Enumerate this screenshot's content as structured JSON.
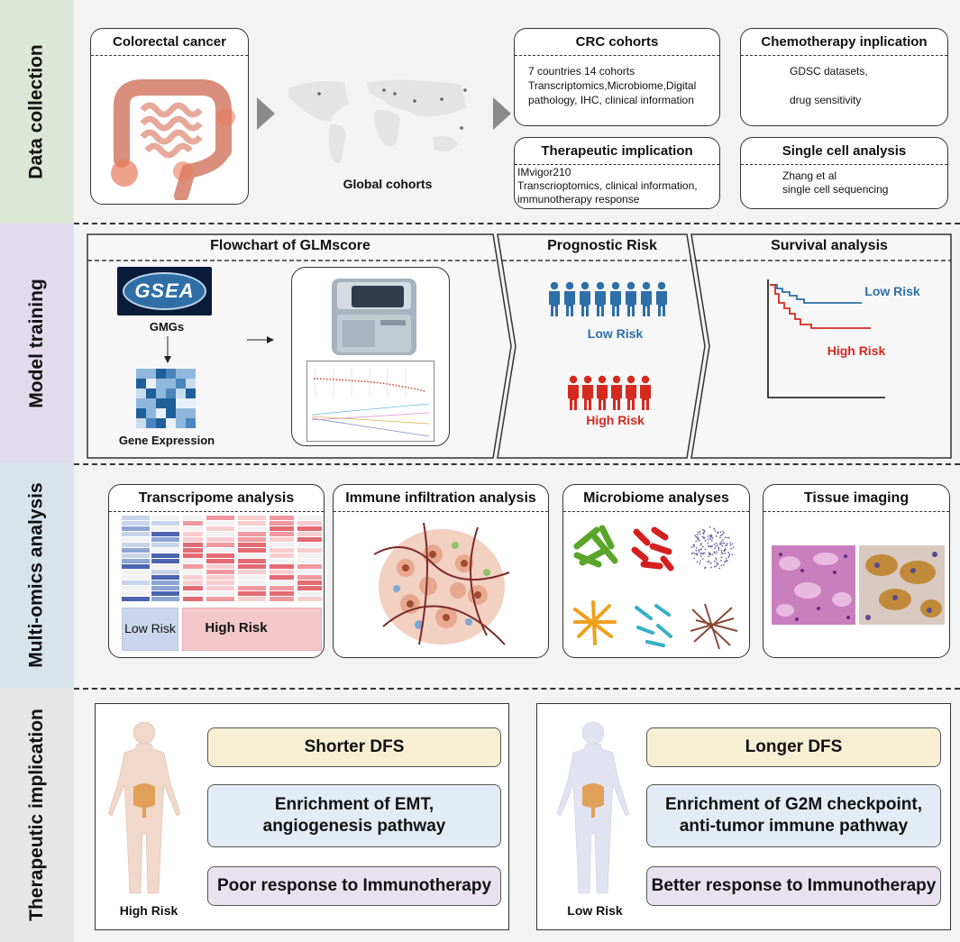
{
  "sections": {
    "data_collection": "Data collection",
    "model_training": "Model training",
    "multi_omics": "Multi-omics analysis",
    "therapeutic": "Therapeutic implication"
  },
  "colorectal": {
    "title": "Colorectal cancer"
  },
  "global": {
    "label": "Global cohorts"
  },
  "crc": {
    "title": "CRC cohorts",
    "line1": "7 countries 14 cohorts",
    "line2": "Transcriptomics,Microbiome,Digital",
    "line3": "pathology, IHC, clinical information"
  },
  "chemo": {
    "title": "Chemotherapy inplication",
    "line1": "GDSC datasets,",
    "line2": "drug sensitivity"
  },
  "therapeutic_box": {
    "title": "Therapeutic implication",
    "line1": "IMvigor210",
    "line2": "Transcrioptomics, clinical information,",
    "line3": "immunotherapy response"
  },
  "single_cell": {
    "title": "Single cell analysis",
    "line1": "Zhang et al",
    "line2": "single cell sequencing"
  },
  "flow": {
    "title": "Flowchart of GLMscore",
    "gsea_logo": "GSEA",
    "gmgs": "GMGs",
    "gene_expression": "Gene Expression"
  },
  "prognostic": {
    "title": "Prognostic Risk",
    "low": "Low Risk",
    "high": "High Risk"
  },
  "survival": {
    "title": "Survival analysis",
    "low": "Low Risk",
    "high": "High Risk"
  },
  "transcriptome": {
    "title": "Transcripome analysis",
    "low": "Low Risk",
    "high": "High Risk"
  },
  "immune": {
    "title": "Immune infiltration analysis"
  },
  "microbiome": {
    "title": "Microbiome analyses"
  },
  "tissue": {
    "title": "Tissue imaging"
  },
  "high_panel": {
    "label": "High Risk",
    "dfs": "Shorter DFS",
    "pathway1": "Enrichment of EMT,",
    "pathway2": "angiogenesis pathway",
    "immuno": "Poor response to Immunotherapy"
  },
  "low_panel": {
    "label": "Low Risk",
    "dfs": "Longer DFS",
    "pathway1": "Enrichment of G2M checkpoint,",
    "pathway2": "anti-tumor immune pathway",
    "immuno": "Better response to Immunotherapy"
  },
  "colors": {
    "low_risk": "#2e6fa8",
    "high_risk": "#d42a20",
    "band1": "#dde7d8",
    "band2": "#e1dbec",
    "band3": "#d8e3ea",
    "band4": "#e6e6e6",
    "pill_dfs": "#f6efd4",
    "pill_pathway": "#e3ecf4",
    "pill_immuno": "#e8e2ee"
  }
}
